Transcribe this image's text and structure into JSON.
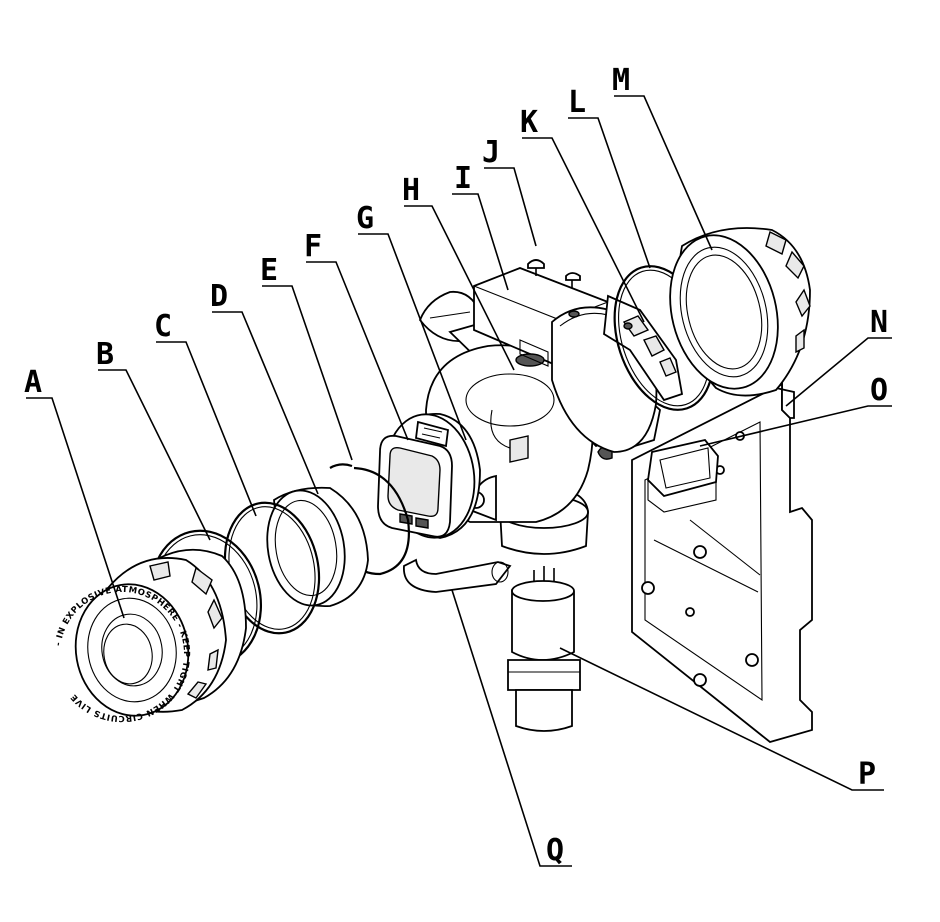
{
  "labels": [
    "A",
    "B",
    "C",
    "D",
    "E",
    "F",
    "G",
    "H",
    "I",
    "J",
    "K",
    "L",
    "M",
    "N",
    "O",
    "P",
    "Q"
  ],
  "cover_inscription": "- IN EXPLOSIVE ATMOSPHERE - KEEP TIGHT WHEN CIRCUITS LIVE"
}
